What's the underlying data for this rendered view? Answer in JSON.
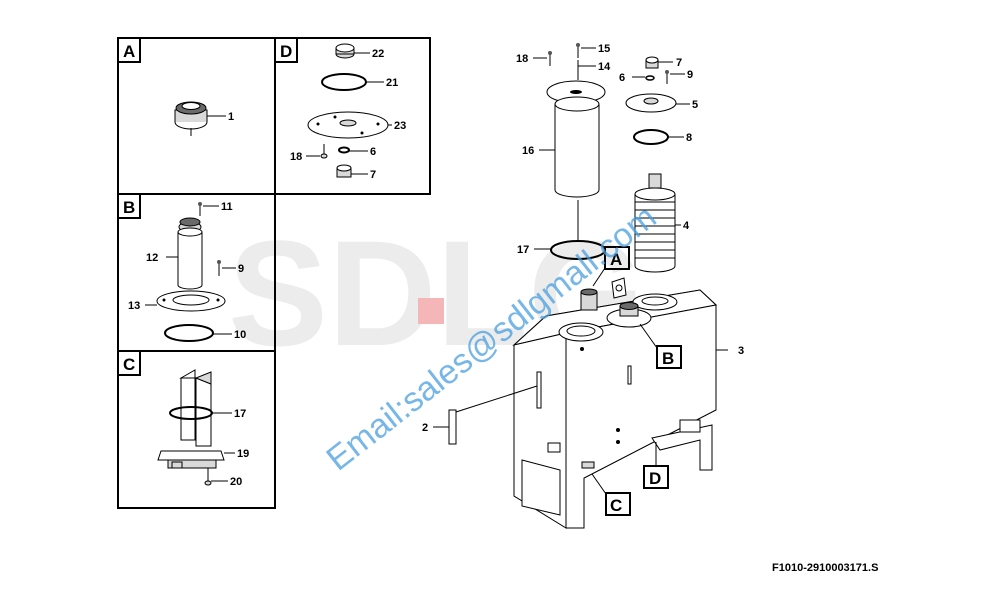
{
  "watermark": {
    "logo_text": "SDLG",
    "email": "Email:sales@sdlgmall.com"
  },
  "figure_code": "F1010-2910003171.S",
  "detail_boxes": {
    "A": "A",
    "B": "B",
    "C": "C",
    "D": "D"
  },
  "callouts": {
    "box_a": [
      "1"
    ],
    "box_b": [
      "11",
      "12",
      "9",
      "13",
      "10"
    ],
    "box_c": [
      "17",
      "19",
      "20"
    ],
    "box_d": [
      "22",
      "21",
      "23",
      "18",
      "6",
      "7"
    ],
    "main": [
      "18",
      "15",
      "14",
      "16",
      "7",
      "6",
      "9",
      "5",
      "8",
      "4",
      "17",
      "3",
      "2"
    ]
  },
  "main_refs": {
    "A": "A",
    "B": "B",
    "C": "C",
    "D": "D"
  }
}
